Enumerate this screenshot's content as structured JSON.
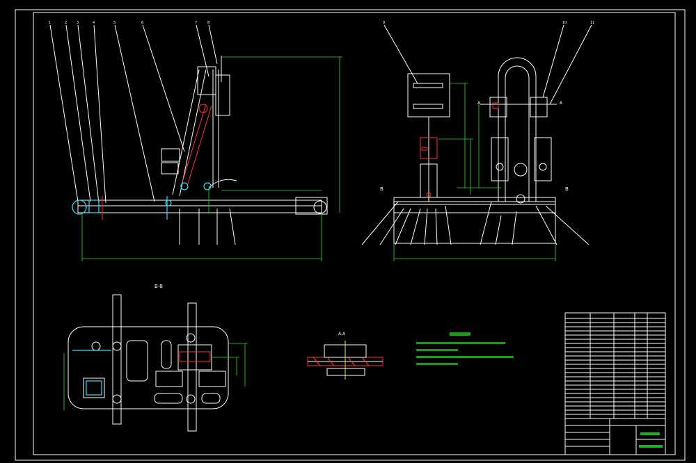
{
  "drawing": {
    "section_bb_label": "B-B",
    "section_aa_label": "A-A",
    "cut_label_a_left": "A",
    "cut_label_a_right": "A",
    "cut_label_b_left": "B",
    "cut_label_b_right": "B"
  },
  "colors": {
    "background": "#000000",
    "outline": "#ffffff",
    "dimension": "#22e022",
    "hatch": "#ff3030",
    "highlight": "#30e0ff"
  }
}
